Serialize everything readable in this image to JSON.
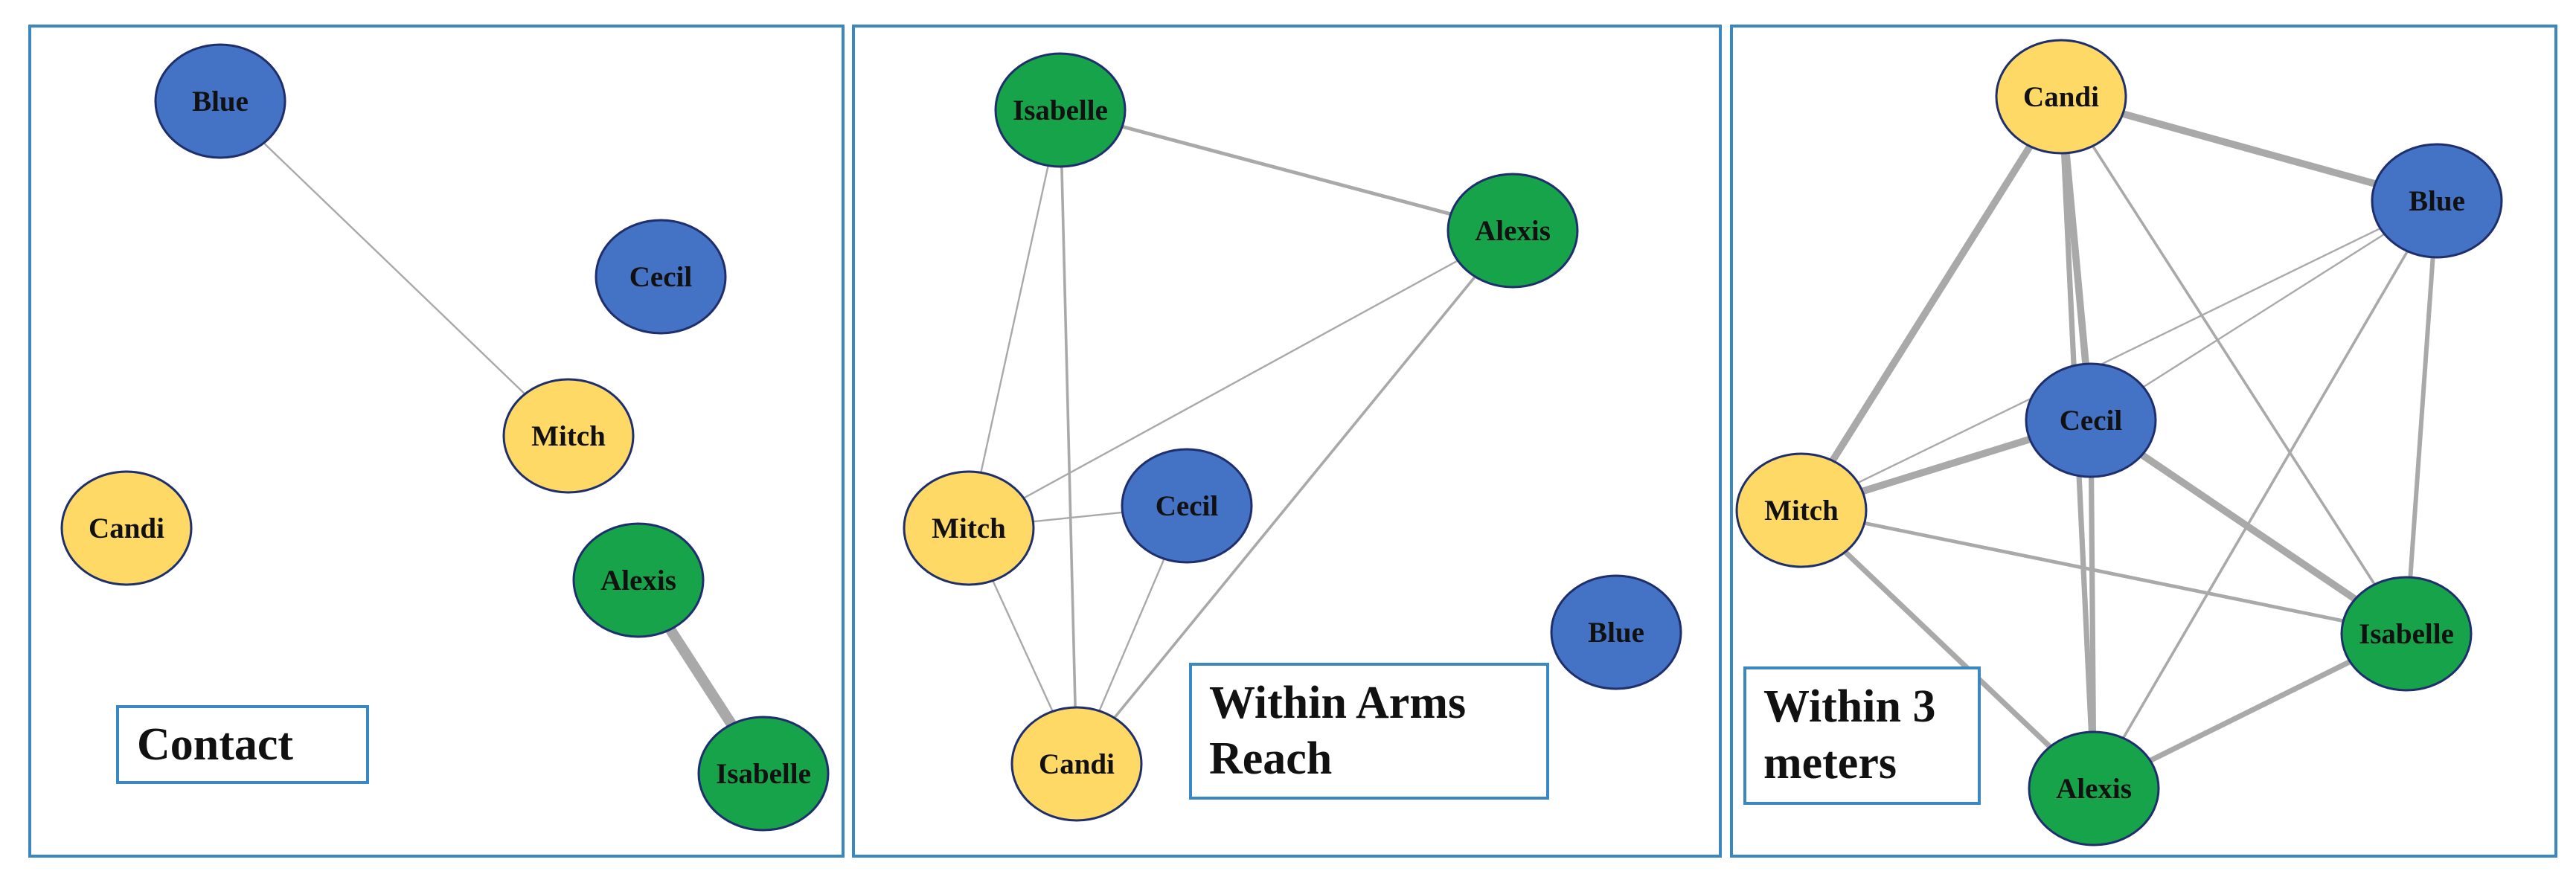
{
  "colors": {
    "frame": "#3a87c2",
    "label_box": "#3a87c2",
    "edge": "#a9a9a9",
    "node_outline": "#1f2f6e",
    "group_blue": "#4472c4",
    "group_yellow": "#ffd966",
    "group_green": "#17a34a"
  },
  "panels": [
    {
      "id": "contact",
      "label_lines": [
        "Contact"
      ],
      "nodes": [
        {
          "name": "Blue",
          "group": "blue"
        },
        {
          "name": "Cecil",
          "group": "blue"
        },
        {
          "name": "Mitch",
          "group": "yellow"
        },
        {
          "name": "Candi",
          "group": "yellow"
        },
        {
          "name": "Alexis",
          "group": "green"
        },
        {
          "name": "Isabelle",
          "group": "green"
        }
      ],
      "edges": [
        {
          "source": "Blue",
          "target": "Mitch",
          "weight": 1
        },
        {
          "source": "Alexis",
          "target": "Isabelle",
          "weight": 6
        }
      ]
    },
    {
      "id": "within-arms-reach",
      "label_lines": [
        "Within Arms",
        "Reach"
      ],
      "nodes": [
        {
          "name": "Isabelle",
          "group": "green"
        },
        {
          "name": "Alexis",
          "group": "green"
        },
        {
          "name": "Mitch",
          "group": "yellow"
        },
        {
          "name": "Cecil",
          "group": "blue"
        },
        {
          "name": "Blue",
          "group": "blue"
        },
        {
          "name": "Candi",
          "group": "yellow"
        }
      ],
      "edges": [
        {
          "source": "Isabelle",
          "target": "Alexis",
          "weight": 2
        },
        {
          "source": "Isabelle",
          "target": "Mitch",
          "weight": 1
        },
        {
          "source": "Isabelle",
          "target": "Candi",
          "weight": 1.5
        },
        {
          "source": "Alexis",
          "target": "Mitch",
          "weight": 1
        },
        {
          "source": "Alexis",
          "target": "Candi",
          "weight": 1.5
        },
        {
          "source": "Mitch",
          "target": "Cecil",
          "weight": 1
        },
        {
          "source": "Mitch",
          "target": "Candi",
          "weight": 1
        },
        {
          "source": "Cecil",
          "target": "Candi",
          "weight": 1
        }
      ]
    },
    {
      "id": "within-3-meters",
      "label_lines": [
        "Within 3",
        "meters"
      ],
      "nodes": [
        {
          "name": "Candi",
          "group": "yellow"
        },
        {
          "name": "Blue",
          "group": "blue"
        },
        {
          "name": "Cecil",
          "group": "blue"
        },
        {
          "name": "Mitch",
          "group": "yellow"
        },
        {
          "name": "Isabelle",
          "group": "green"
        },
        {
          "name": "Alexis",
          "group": "green"
        }
      ],
      "edges": [
        {
          "source": "Candi",
          "target": "Blue",
          "weight": 4
        },
        {
          "source": "Candi",
          "target": "Cecil",
          "weight": 4
        },
        {
          "source": "Candi",
          "target": "Mitch",
          "weight": 4
        },
        {
          "source": "Candi",
          "target": "Isabelle",
          "weight": 1.5
        },
        {
          "source": "Candi",
          "target": "Alexis",
          "weight": 3
        },
        {
          "source": "Blue",
          "target": "Mitch",
          "weight": 1
        },
        {
          "source": "Blue",
          "target": "Cecil",
          "weight": 1
        },
        {
          "source": "Blue",
          "target": "Isabelle",
          "weight": 2.5
        },
        {
          "source": "Blue",
          "target": "Alexis",
          "weight": 1.5
        },
        {
          "source": "Cecil",
          "target": "Mitch",
          "weight": 4
        },
        {
          "source": "Cecil",
          "target": "Isabelle",
          "weight": 4
        },
        {
          "source": "Cecil",
          "target": "Alexis",
          "weight": 3
        },
        {
          "source": "Mitch",
          "target": "Isabelle",
          "weight": 2
        },
        {
          "source": "Mitch",
          "target": "Alexis",
          "weight": 3
        },
        {
          "source": "Isabelle",
          "target": "Alexis",
          "weight": 3
        }
      ]
    }
  ]
}
